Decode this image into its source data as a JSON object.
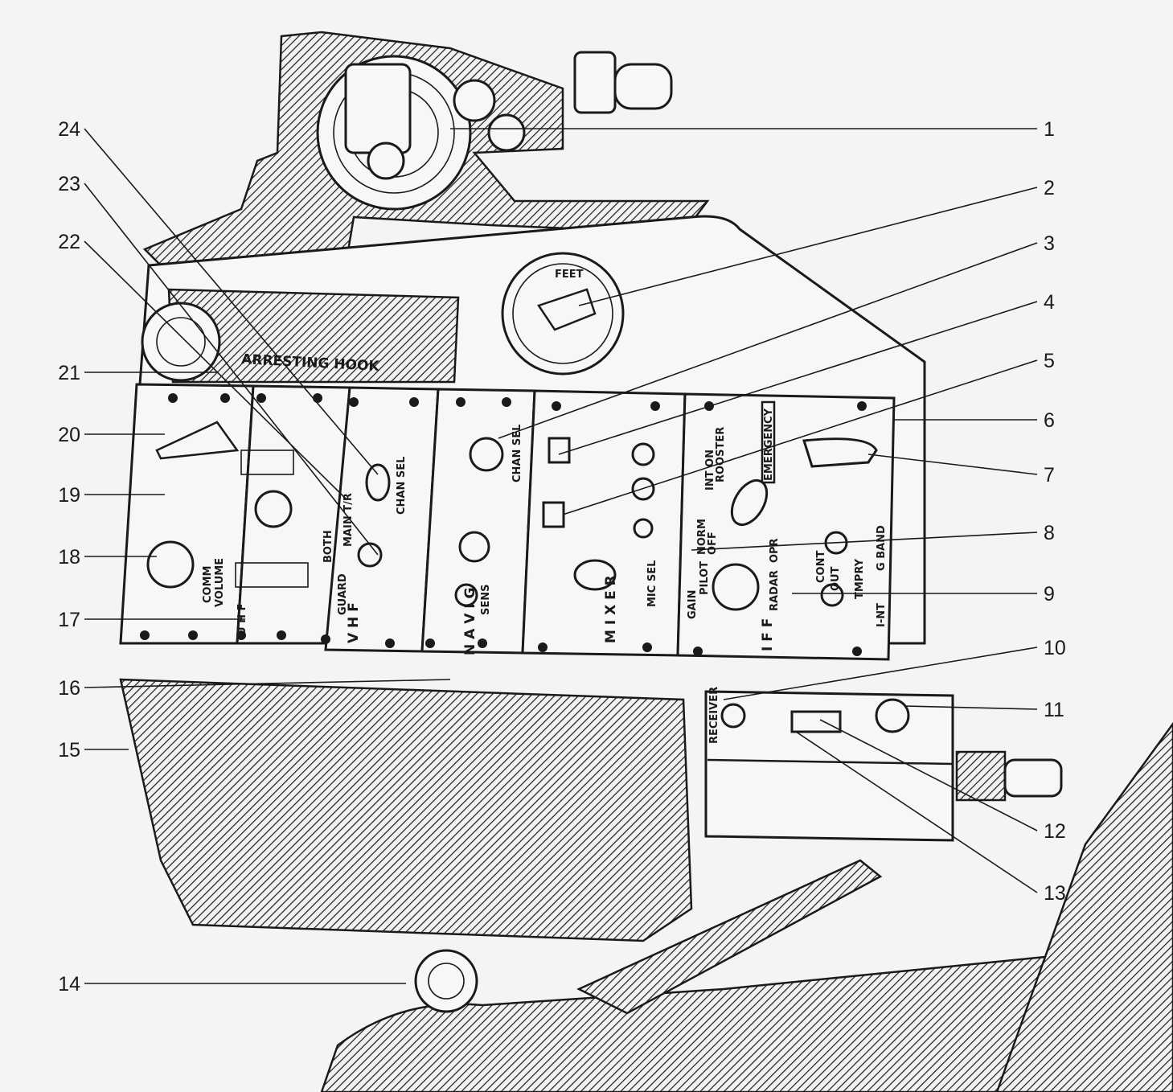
{
  "callouts": {
    "left": [
      "24",
      "23",
      "22",
      "21",
      "20",
      "19",
      "18",
      "17",
      "16",
      "15",
      "14"
    ],
    "right": [
      "1",
      "2",
      "3",
      "4",
      "5",
      "6",
      "7",
      "8",
      "9",
      "10",
      "11",
      "12",
      "13"
    ]
  },
  "labels": {
    "arresting_hook": "ARRESTING HOOK",
    "altimeter": "FEET",
    "comm_volume_1": "COMM",
    "comm_volume_2": "VOLUME",
    "uhf": "U H F",
    "vhf": "V H F",
    "vhf_chan_sel": "CHAN SEL",
    "vhf_main_tr": "MAIN T/R",
    "vhf_both": "BOTH",
    "vhf_guard": "GUARD",
    "nav": "N A V I G",
    "nav_chan_sel": "CHAN SEL",
    "nav_sens": "SENS",
    "mixer": "M I X E R",
    "mic_sel": "MIC SEL",
    "iff": "I F F",
    "iff_emergency": "EMERGENCY",
    "iff_int_on": "INT ON",
    "iff_rooster": "ROOSTER",
    "iff_norm": "NORM",
    "iff_off": "OFF",
    "iff_gain": "GAIN",
    "iff_pilot": "PILOT",
    "iff_radar": "RADAR",
    "iff_opr": "OPR",
    "iff_cont": "CONT",
    "iff_out": "OUT",
    "iff_tmpry": "TMPRY",
    "iff_int": "I-NT",
    "iff_g_band": "G BAND",
    "receiver": "RECEIVER"
  }
}
